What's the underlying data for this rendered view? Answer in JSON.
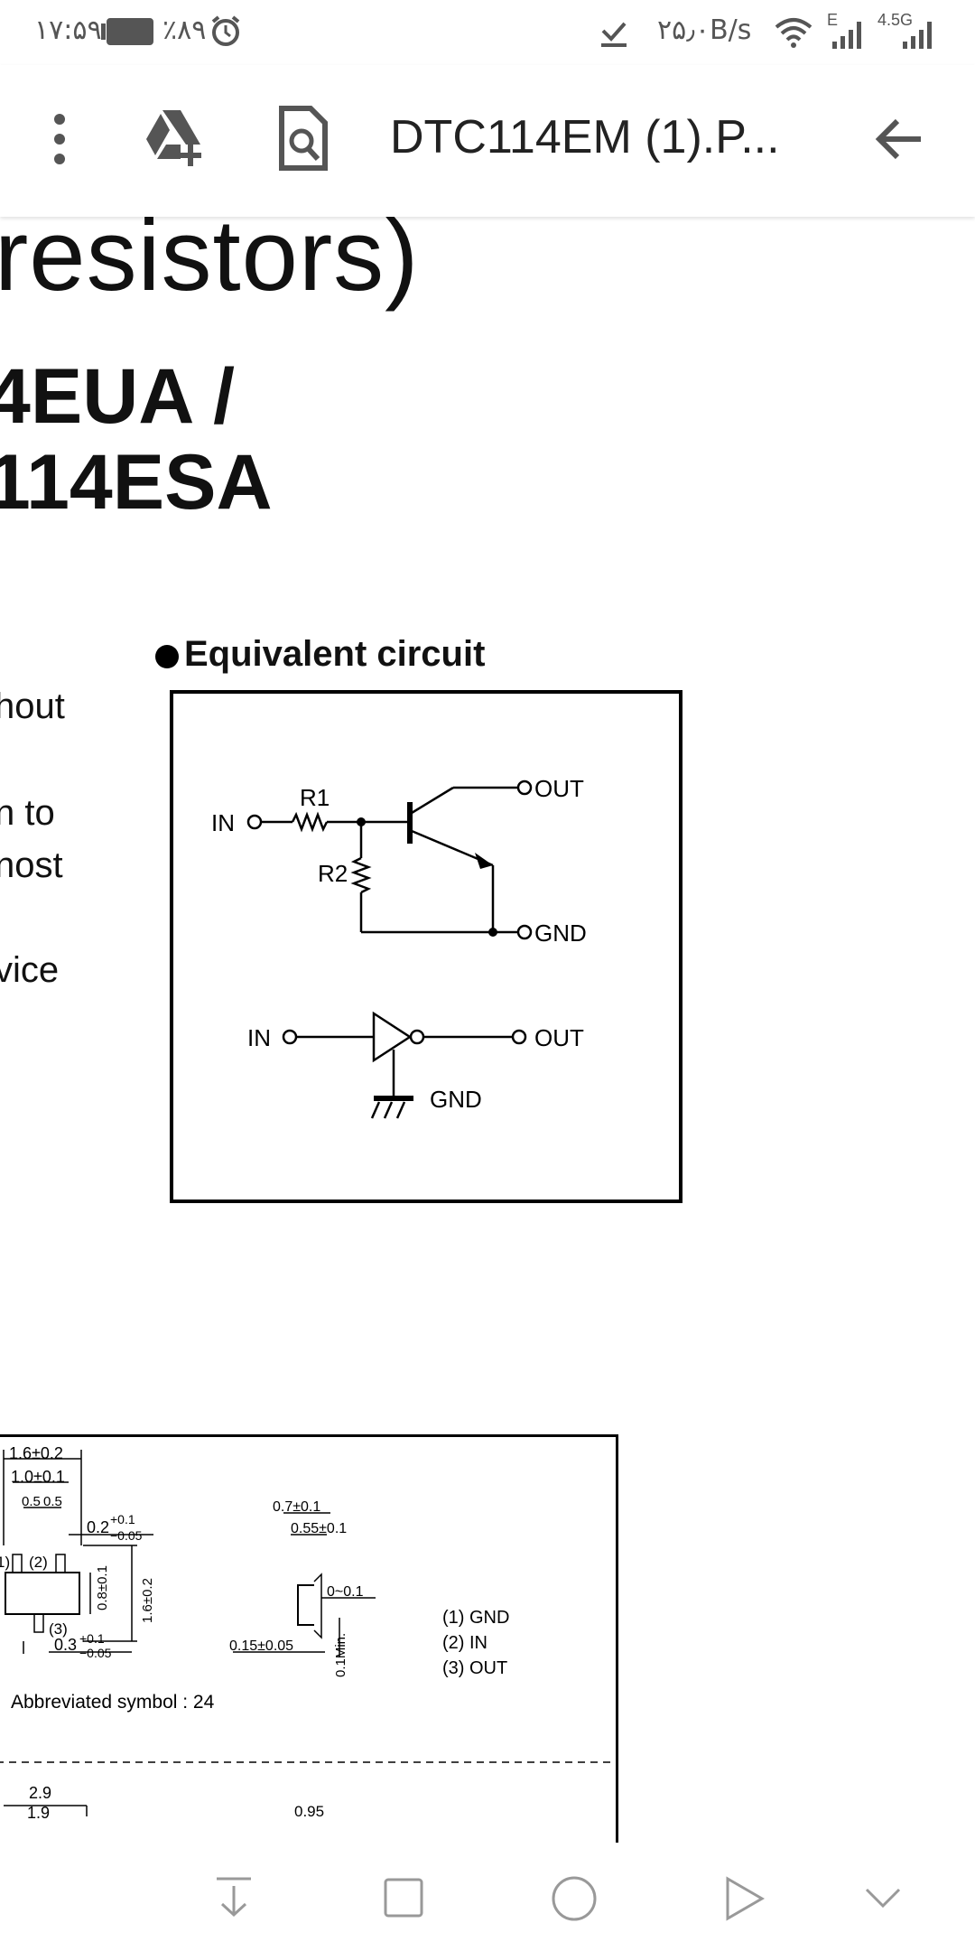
{
  "status_bar": {
    "time": "۱۷:۵۹",
    "battery": "٪۸۹",
    "network_speed": "۲۵٫۰B/s",
    "signal_label_1": "E",
    "signal_label_2": "4.5G"
  },
  "toolbar": {
    "title": "DTC114EM (1).P..."
  },
  "page": {
    "heading_line1": "resistors)",
    "heading_line2": "4EUA /",
    "heading_line3": "114ESA",
    "left_fragments": [
      "hout",
      "n  to",
      "nost",
      "vice"
    ],
    "equivalent_circuit_title": "Equivalent circuit",
    "circuit": {
      "in_label": "IN",
      "r1_label": "R1",
      "r2_label": "R2",
      "out_label": "OUT",
      "gnd_label": "GND",
      "in2_label": "IN",
      "out2_label": "OUT",
      "gnd2_label": "GND"
    },
    "dimensions": {
      "d1": "1.6±0.2",
      "d2": "1.0±0.1",
      "d3": "0.5",
      "d4": "0.5",
      "d5": "0.2",
      "d5_tol_up": "+0.1",
      "d5_tol_down": "−0.05",
      "pin1": "1)",
      "pin2": "(2)",
      "pin3": "(3)",
      "d6": "0.8±0.1",
      "d7": "1.6±0.2",
      "d8": "0.3",
      "d8_tol_up": "+0.1",
      "d8_tol_down": "−0.05",
      "d9": "0.7±0.1",
      "d10": "0.55±0.1",
      "d11": "0~0.1",
      "d12": "0.15±0.05",
      "d13": "0.1Min.",
      "legend1": "(1) GND",
      "legend2": "(2) IN",
      "legend3": "(3) OUT",
      "abbrev": "Abbreviated symbol : 24",
      "d14": "2.9",
      "d15": "1.9",
      "d16": "0.95"
    }
  }
}
